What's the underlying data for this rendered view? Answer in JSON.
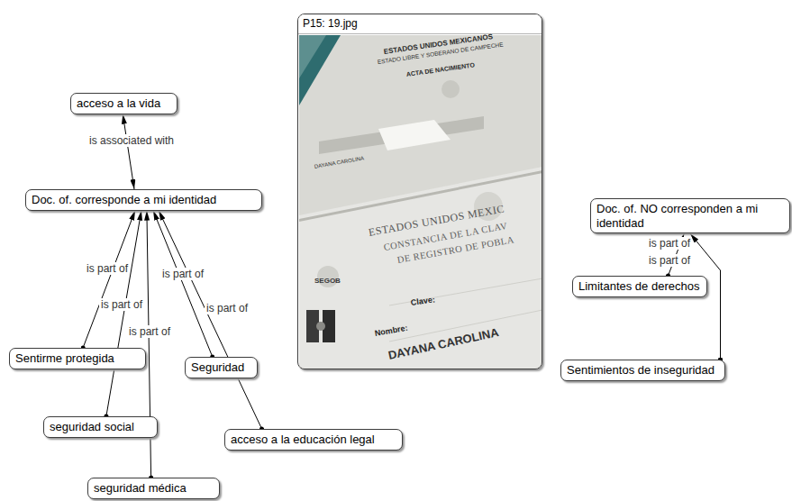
{
  "diagram": {
    "nodes": [
      {
        "text": [
          "acceso a la vida"
        ]
      },
      {
        "text": [
          "Doc. of. corresponde a mi identidad"
        ]
      },
      {
        "text": [
          "Sentirme protegida"
        ]
      },
      {
        "text": [
          "seguridad social"
        ]
      },
      {
        "text": [
          "seguridad médica"
        ]
      },
      {
        "text": [
          "Seguridad"
        ]
      },
      {
        "text": [
          "acceso a la educación legal"
        ]
      },
      {
        "text": [
          "P15: 19.jpg"
        ]
      },
      {
        "text": [
          "Doc. of.  NO corresponden a mi identidad"
        ]
      },
      {
        "text": [
          "Limitantes de derechos"
        ]
      },
      {
        "text": [
          "Sentimientos de inseguridad"
        ]
      }
    ],
    "edges": [
      {
        "from": 0,
        "to": 1,
        "label": "is associated with",
        "arrow": "both"
      },
      {
        "from": 2,
        "to": 1,
        "label": "is part of",
        "arrow": "to"
      },
      {
        "from": 3,
        "to": 1,
        "label": "is part of",
        "arrow": "to"
      },
      {
        "from": 4,
        "to": 1,
        "label": "is part of",
        "arrow": "to"
      },
      {
        "from": 5,
        "to": 1,
        "label": "is part of",
        "arrow": "to"
      },
      {
        "from": 6,
        "to": 1,
        "label": "is part of",
        "arrow": "to"
      },
      {
        "from": 9,
        "to": 8,
        "label": "is part of",
        "arrow": "to"
      },
      {
        "from": 10,
        "to": 8,
        "label": "is part of",
        "arrow": "to"
      }
    ],
    "labels": [
      "ESTADOS UNIDOS MEXICANOS",
      "ESTADO LIBRE Y SOBERANO DE CAMPECHE",
      "ACTA DE NACIMIENTO",
      "DAYANA CAROLINA",
      "ESTADOS UNIDOS MEXIC",
      "CONSTANCIA DE LA CLAV",
      "DE REGISTRO DE POBLA",
      "SEGOB",
      "Clave:",
      "Nombre:",
      "DAYANA CAROLINA"
    ]
  }
}
